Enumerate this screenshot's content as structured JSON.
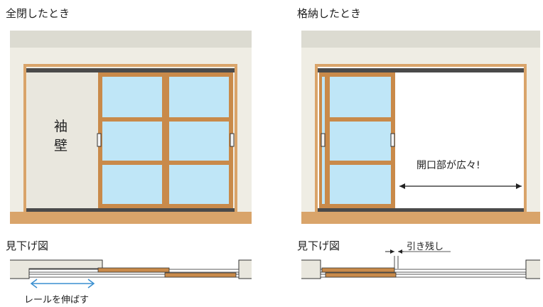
{
  "left": {
    "title": "全閉したとき",
    "wall_text_1": "袖",
    "wall_text_2": "壁",
    "plan_title": "見下げ図",
    "plan_note": "レールを伸ばす"
  },
  "right": {
    "title": "格納したとき",
    "opening_text": "開口部が広々!",
    "plan_title": "見下げ図",
    "plan_note": "引き残し"
  },
  "colors": {
    "wall": "#efede4",
    "ceiling": "#dcdbd1",
    "floor": "#d9a46a",
    "frame": "#c98a4a",
    "glass": "#bfe6f7",
    "rail": "#4a4a4a",
    "arrow": "#3a8fd0"
  }
}
